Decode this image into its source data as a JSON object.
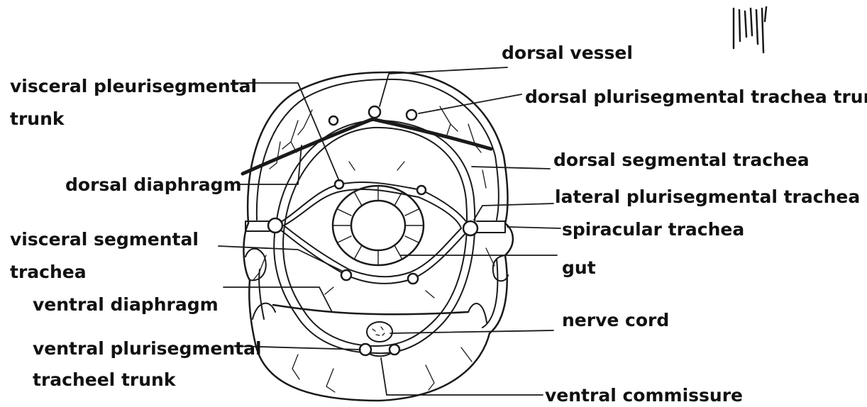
{
  "colors": {
    "ink": "#1a1a1a",
    "background": "#ffffff"
  },
  "labels": {
    "dorsal_vessel": "dorsal vessel",
    "visceral_pleurisegmental_line1": "visceral pleurisegmental",
    "visceral_pleurisegmental_line2": "trunk",
    "dorsal_plurisegmental": "dorsal plurisegmental trachea trunk",
    "dorsal_segmental": "dorsal segmental trachea",
    "dorsal_diaphragm": "dorsal diaphragm",
    "lateral_plurisegmental": "lateral plurisegmental trachea",
    "spiracular": "spiracular trachea",
    "visceral_segmental_line1": "visceral segmental",
    "visceral_segmental_line2": "trachea",
    "gut": "gut",
    "ventral_diaphragm": "ventral diaphragm",
    "nerve_cord": "nerve cord",
    "ventral_plurisegmental_line1": "ventral plurisegmental",
    "ventral_plurisegmental_line2": "tracheel trunk",
    "ventral_commissure": "ventral commissure"
  }
}
